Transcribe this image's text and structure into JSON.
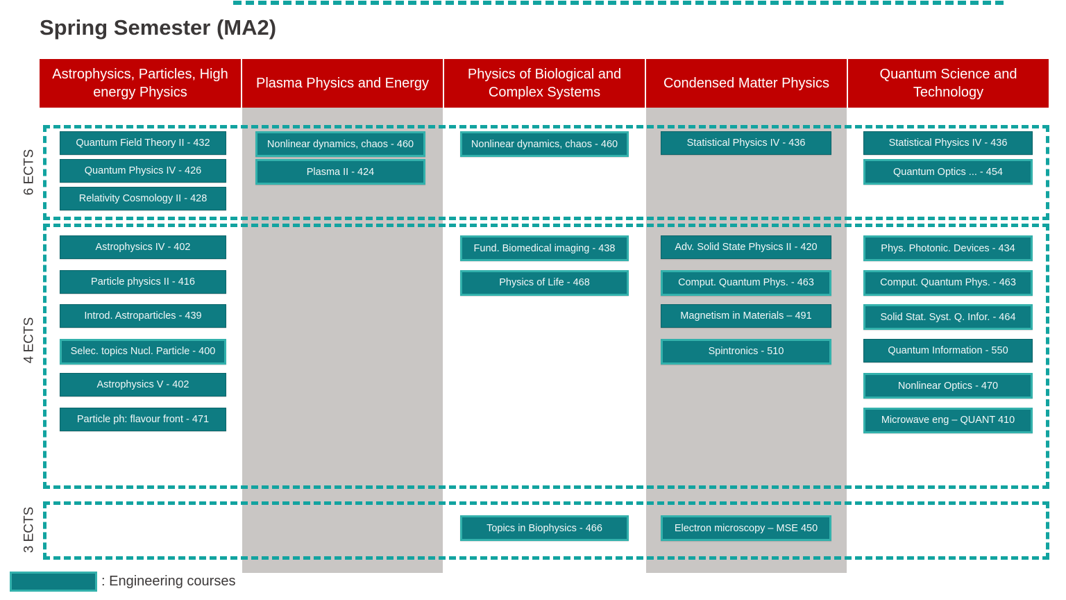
{
  "title": "Spring Semester (MA2)",
  "rows": [
    {
      "label": "6 ECTS"
    },
    {
      "label": "4 ECTS"
    },
    {
      "label": "3 ECTS"
    }
  ],
  "legend": {
    "label": ": Engineering courses"
  },
  "colors": {
    "header_red": "#C00000",
    "course_teal": "#0E7C82",
    "engineering_border_teal": "#33B1AC",
    "dashed_outline_teal": "#12A3A0",
    "column_band_gray": "#C9C6C4",
    "title_text": "#3B3838",
    "course_text": "#FFFFFF"
  },
  "columns": [
    {
      "header": "Astrophysics, Particles, High energy Physics",
      "gray_band": false,
      "courses": {
        "ects6": [
          {
            "label": "Quantum Field Theory II - 432",
            "eng": false
          },
          {
            "label": "Quantum Physics IV - 426",
            "eng": false
          },
          {
            "label": "Relativity Cosmology II - 428",
            "eng": false
          }
        ],
        "ects4": [
          {
            "label": "Astrophysics IV - 402",
            "eng": false
          },
          {
            "label": "Particle physics II - 416",
            "eng": false
          },
          {
            "label": "Introd. Astroparticles - 439",
            "eng": false
          },
          {
            "label": "Selec. topics Nucl. Particle - 400",
            "eng": true
          },
          {
            "label": "Astrophysics V - 402",
            "eng": false
          },
          {
            "label": "Particle ph: flavour front - 471",
            "eng": false
          }
        ],
        "ects3": []
      }
    },
    {
      "header": "Plasma Physics and Energy",
      "gray_band": true,
      "courses": {
        "ects6": [
          {
            "label": "Nonlinear dynamics, chaos - 460",
            "eng": true
          },
          {
            "label": "Plasma II - 424",
            "eng": true
          }
        ],
        "ects4": [],
        "ects3": []
      }
    },
    {
      "header": "Physics of Biological and Complex Systems",
      "gray_band": false,
      "courses": {
        "ects6": [
          {
            "label": "Nonlinear dynamics, chaos - 460",
            "eng": true
          }
        ],
        "ects4": [
          {
            "label": "Fund. Biomedical imaging - 438",
            "eng": true
          },
          {
            "label": "Physics of Life - 468",
            "eng": true
          }
        ],
        "ects3": [
          {
            "label": "Topics in Biophysics - 466",
            "eng": true
          }
        ]
      }
    },
    {
      "header": "Condensed Matter Physics",
      "gray_band": true,
      "courses": {
        "ects6": [
          {
            "label": "Statistical Physics IV - 436",
            "eng": false
          }
        ],
        "ects4": [
          {
            "label": "Adv. Solid State Physics II - 420",
            "eng": false
          },
          {
            "label": "Comput. Quantum Phys. - 463",
            "eng": true
          },
          {
            "label": "Magnetism in Materials – 491",
            "eng": false
          },
          {
            "label": "Spintronics - 510",
            "eng": true
          }
        ],
        "ects3": [
          {
            "label": "Electron microscopy – MSE 450",
            "eng": true
          }
        ]
      }
    },
    {
      "header": "Quantum Science and Technology",
      "gray_band": false,
      "courses": {
        "ects6": [
          {
            "label": "Statistical Physics IV - 436",
            "eng": false
          },
          {
            "label": "Quantum Optics ... - 454",
            "eng": true
          }
        ],
        "ects4": [
          {
            "label": "Phys. Photonic. Devices - 434",
            "eng": true
          },
          {
            "label": "Comput. Quantum Phys. - 463",
            "eng": true
          },
          {
            "label": "Solid Stat. Syst. Q. Infor. - 464",
            "eng": true
          },
          {
            "label": "Quantum Information - 550",
            "eng": false
          },
          {
            "label": "Nonlinear Optics - 470",
            "eng": true
          },
          {
            "label": "Microwave eng – QUANT 410",
            "eng": true
          }
        ],
        "ects3": []
      }
    }
  ]
}
